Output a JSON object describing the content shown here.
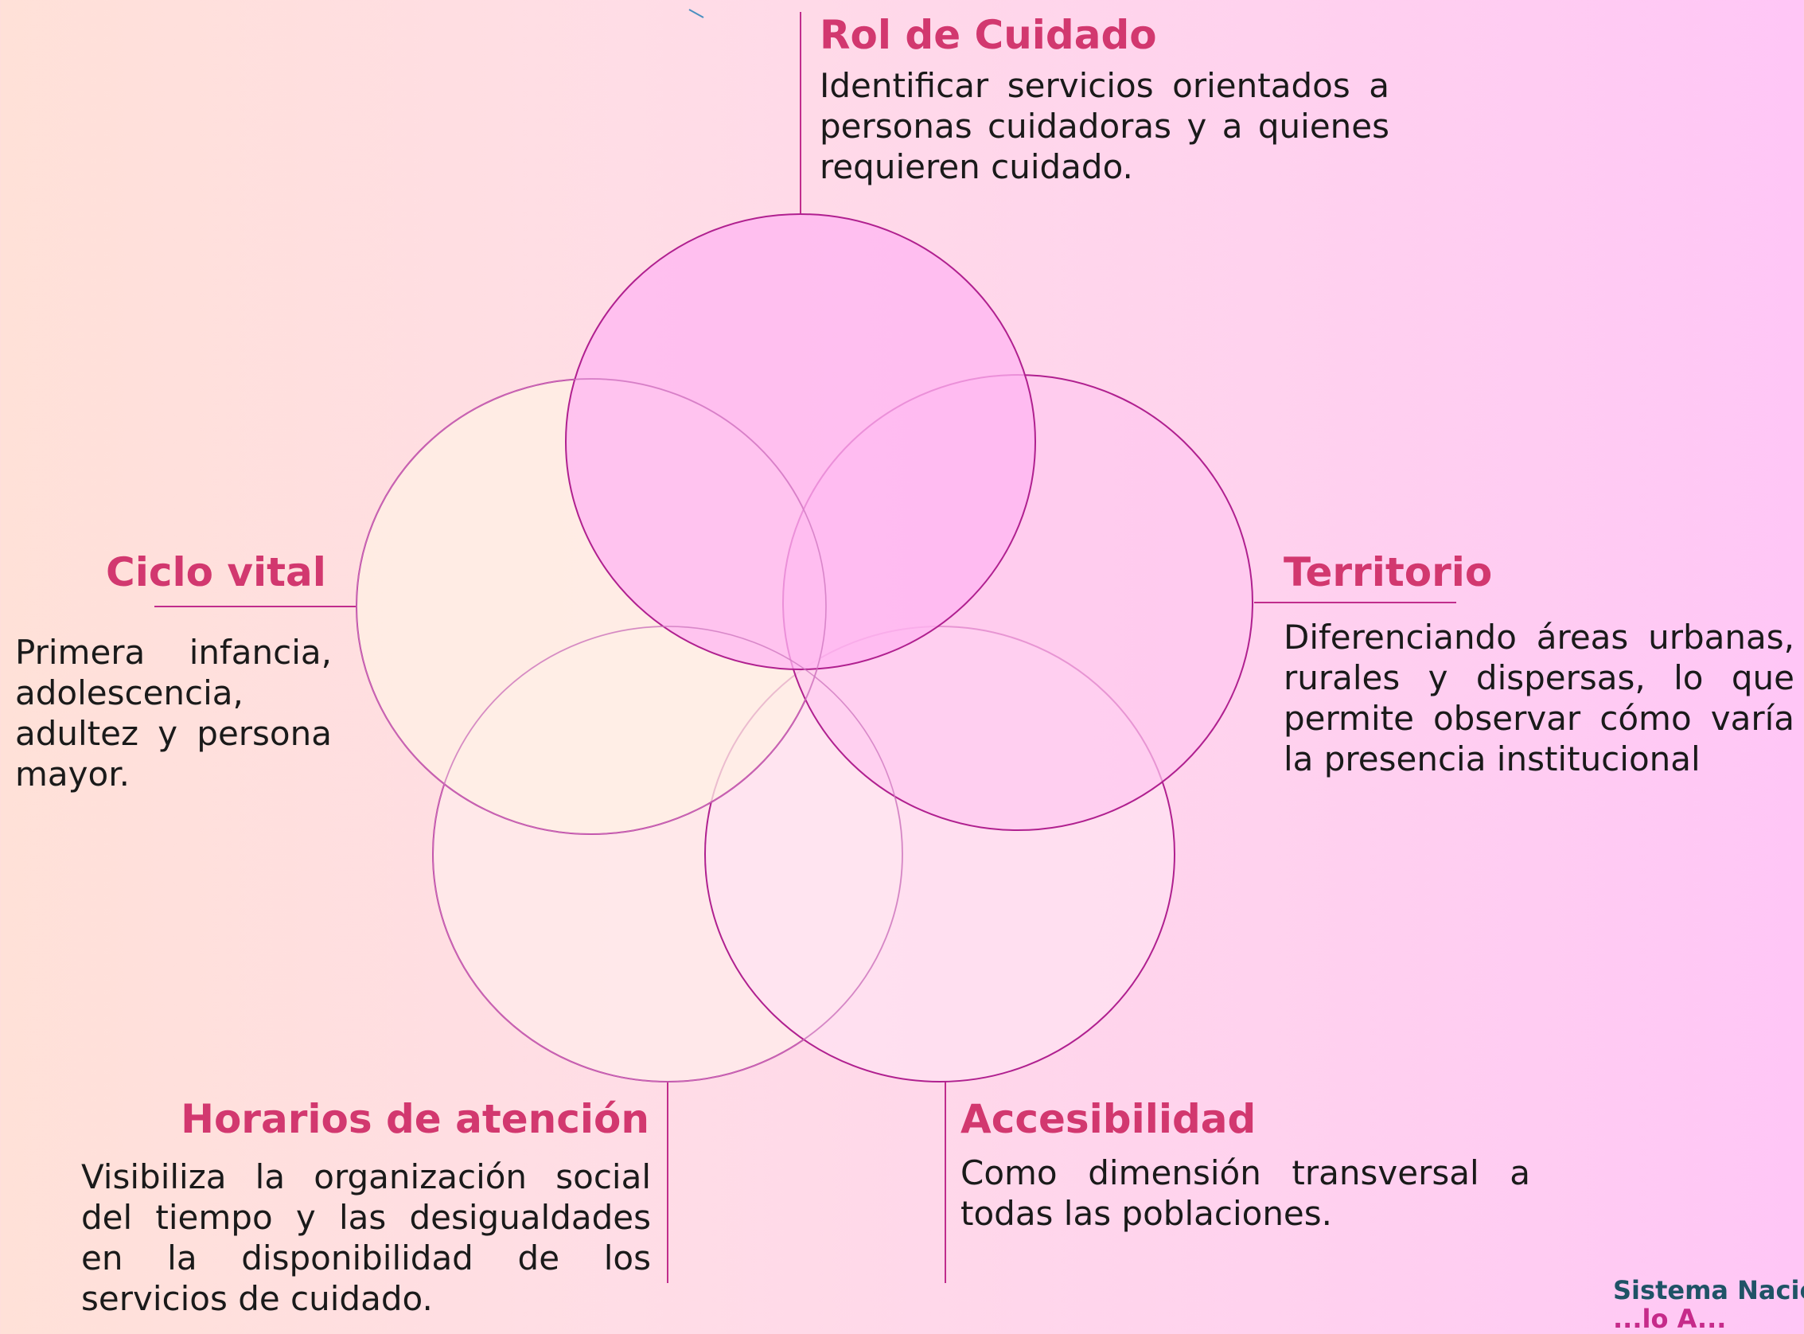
{
  "sections": {
    "rol_cuidado": {
      "title": "Rol de Cuidado",
      "text": "Identificar servicios orientados a personas cuidadoras y a quienes requieren cuidado."
    },
    "ciclo_vital": {
      "title": "Ciclo vital",
      "text": "Primera infancia, adolescencia, adultez y persona mayor."
    },
    "territorio": {
      "title": "Territorio",
      "text": "Diferenciando áreas urbanas, rurales y dispersas, lo que permite observar cómo varía la presencia institucional"
    },
    "horarios": {
      "title": "Horarios de atención",
      "text": "Visibiliza la organización social del tiempo y las desigualdades en la disponibilidad de los servicios de cuidado."
    },
    "accesibilidad": {
      "title": "Accesibilidad",
      "text": "Como dimensión transversal a todas las poblaciones."
    }
  },
  "brand": {
    "line1": "Sistema Nacio",
    "line2": "...lo A..."
  },
  "colors": {
    "title": "#d2386f",
    "circle_stroke": "#b0208f",
    "circle_top": "#ffb6f2",
    "circle_left": "#fff0e4",
    "circle_right": "#ffc8ef",
    "circle_bottom_left": "#ffeaea",
    "circle_bottom_right": "#ffe2f2"
  }
}
